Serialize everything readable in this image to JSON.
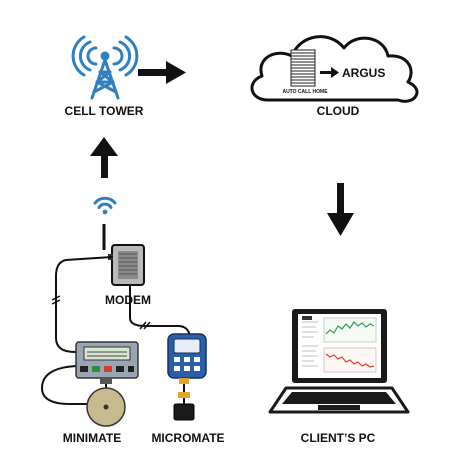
{
  "labels": {
    "cell_tower": "CELL TOWER",
    "cloud": "CLOUD",
    "modem": "MODEM",
    "minimate": "MINIMATE",
    "micromate": "MICROMATE",
    "client_pc": "CLIENT’S PC"
  },
  "cloud_content": {
    "auto_call_home": "AUTO CALL HOME",
    "argus": "ARGUS"
  },
  "colors": {
    "signal_blue": "#2f7fc1",
    "device_blue": "#1f5aa3",
    "ink": "#111111",
    "screen_green": "#2e9e4f",
    "screen_red": "#d9412b"
  }
}
